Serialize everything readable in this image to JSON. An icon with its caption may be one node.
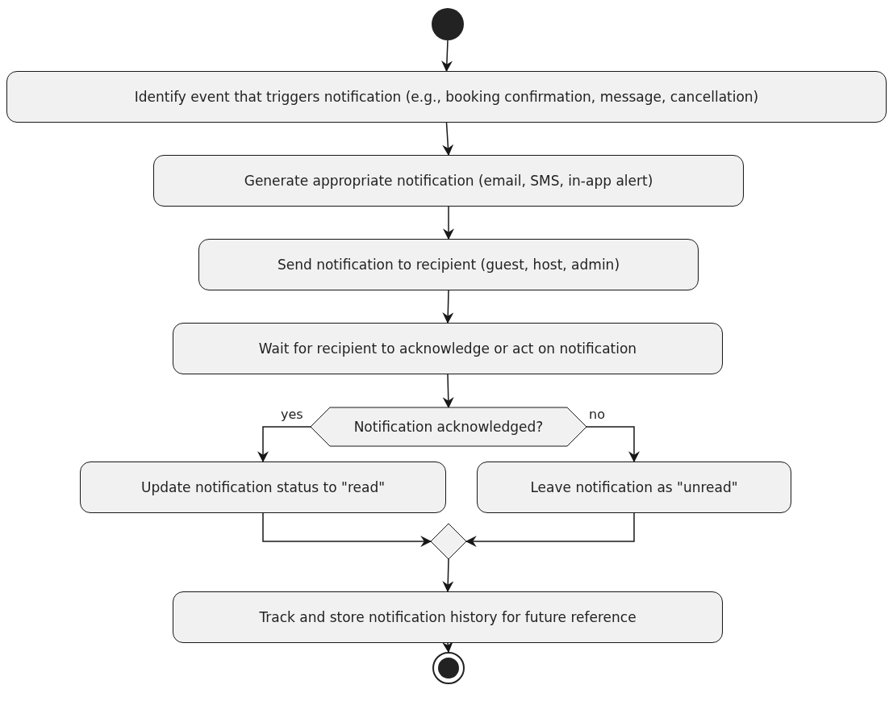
{
  "diagram": {
    "nodes": [
      {
        "text": [],
        "shape": "circle"
      },
      {
        "text": [
          "Identify event that triggers notification (e.g., booking confirmation, message, cancellation)"
        ]
      },
      {
        "text": [
          "Generate appropriate notification (email, SMS, in-app alert)"
        ]
      },
      {
        "text": [
          "Send notification to recipient (guest, host, admin)"
        ]
      },
      {
        "text": [
          "Wait for recipient to acknowledge or act on notification"
        ]
      },
      {
        "text": [
          "Notification acknowledged?"
        ]
      },
      {
        "text": [
          "Update notification status to \"read\""
        ]
      },
      {
        "text": [
          "Leave notification as \"unread\""
        ]
      },
      {
        "text": [],
        "shape": "diamond"
      },
      {
        "text": [
          "Track and store notification history for future reference"
        ]
      },
      {
        "text": [],
        "shape": "bullseye"
      }
    ],
    "edges": [
      {
        "from": 0,
        "to": 1,
        "arrow": "to"
      },
      {
        "from": 1,
        "to": 2,
        "arrow": "to"
      },
      {
        "from": 2,
        "to": 3,
        "arrow": "to"
      },
      {
        "from": 3,
        "to": 4,
        "arrow": "to"
      },
      {
        "from": 4,
        "to": 5,
        "arrow": "to"
      },
      {
        "from": 5,
        "to": 6,
        "arrow": "to",
        "label": "yes"
      },
      {
        "from": 5,
        "to": 7,
        "arrow": "to",
        "label": "no"
      },
      {
        "from": 6,
        "to": 8,
        "arrow": "to"
      },
      {
        "from": 7,
        "to": 8,
        "arrow": "to"
      },
      {
        "from": 8,
        "to": 9,
        "arrow": "to"
      },
      {
        "from": 9,
        "to": 10,
        "arrow": "to"
      }
    ]
  }
}
